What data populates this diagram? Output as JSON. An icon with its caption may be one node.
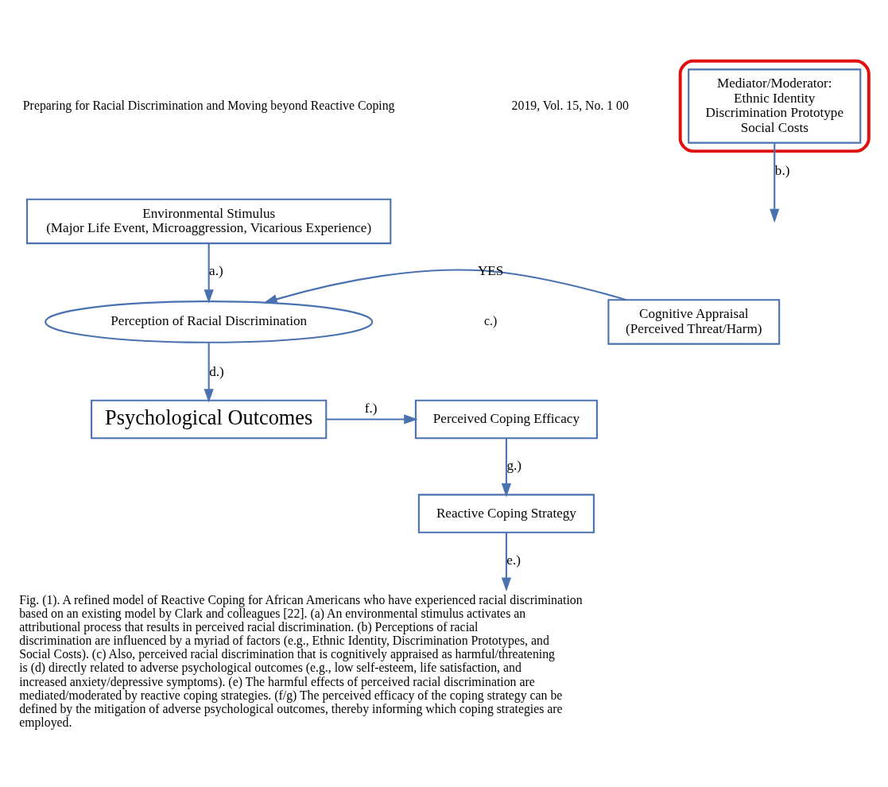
{
  "diagram": {
    "caption": "Fig. (1). A refined model of Reactive Coping for African Americans who have experienced racial discrimination based on an existing model by Clark and colleagues [22]. (a) An environmental stimulus activates an attributional process that results in perceived racial discrimination. (b) Perceptions of racial discrimination are influenced by a myriad of factors (e.g., Ethnic Identity, Discrimination Prototypes, and Social Costs). (c) Also, perceived racial discrimination that is cognitively appraised as harmful/threatening is (d) directly related to adverse psychological outcomes (e.g., low self-esteem, life satisfaction, and increased anxiety/depressive symptoms). (e) The harmful effects of perceived racial discrimination are mediated/moderated by reactive coping strategies. (f/g) The perceived efficacy of the coping strategy can be defined by the mitigation of adverse psychological outcomes, thereby informing which coping strategies are employed.",
    "nodes": [
      {
        "text": [
          "Environmental Stimulus",
          "(Major Life Event, Microaggression, Vicarious Experience)"
        ]
      },
      {
        "text": [],
        "shape": "ellipse"
      },
      {
        "text": [
          "Mediator/Moderator:",
          "Ethnic Identity",
          "Discrimination Prototype",
          "Social Costs"
        ],
        "in": 1
      },
      {
        "text": [
          "Perception of Racial Discrimination"
        ]
      },
      {
        "text": [
          "Cognitive Appraisal",
          "(Perceived Threat/Harm)"
        ]
      },
      {
        "text": [
          "Reactive Coping Strategy"
        ]
      },
      {
        "text": [
          "Psychological Outcomes"
        ]
      },
      {
        "text": [
          "Perceived Coping Efficacy"
        ]
      }
    ],
    "edges": [
      {
        "from": 0,
        "to": 3,
        "arrow": "to",
        "label": "a.)"
      },
      {
        "from": 2,
        "to": null,
        "arrow": "to",
        "label": "b.)"
      },
      {
        "from": 4,
        "to": 3,
        "arrow": "to",
        "label": "YES"
      },
      {
        "from": 3,
        "to": 6,
        "arrow": "to",
        "label": "d.)"
      },
      {
        "from": 5,
        "to": null,
        "arrow": "to",
        "label": "e.)"
      },
      {
        "from": 6,
        "to": 7,
        "arrow": "to",
        "label": "f.)"
      },
      {
        "from": 7,
        "to": 5,
        "arrow": "to",
        "label": "g.)"
      }
    ],
    "labels": [
      "Preparing for Racial Discrimination and Moving beyond Reactive Coping",
      "2019, Vol. 15, No. 1 00",
      "c.)"
    ]
  }
}
